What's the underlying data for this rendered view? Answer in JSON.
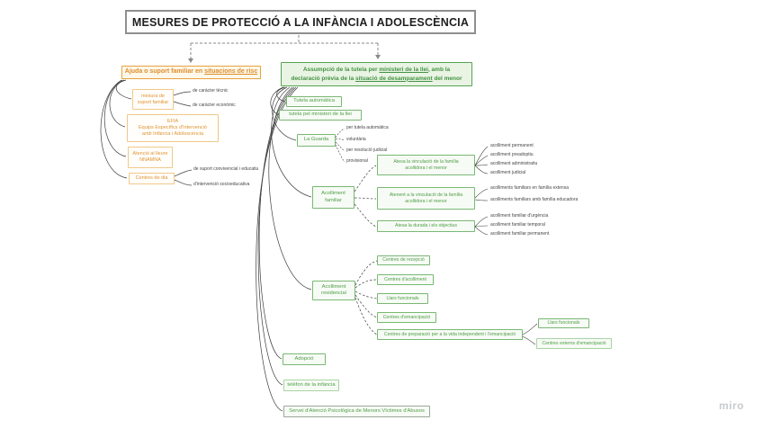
{
  "title": "MESURES DE PROTECCIÓ A LA INFÀNCIA I ADOLESCÈNCIA",
  "watermark": "miro",
  "colors": {
    "orange": "#E8A13C",
    "green": "#57A351",
    "line": "#3d3d3d"
  },
  "left": {
    "header": {
      "prefix": "Ajuda o suport familiar en ",
      "underlined": "situacions de risc"
    },
    "mesura": {
      "label": "mesura de\nsuport familiar",
      "leaves": [
        "de caràcter tècnic",
        "de caràcter econòmic"
      ]
    },
    "efia": {
      "label": "EFIA\nEquips Específics d'Intervenció\namb Infància i Adolescència"
    },
    "atencio": {
      "label": "Atenció al lleure\nNNAMNA"
    },
    "centres_dia": {
      "label": "Centres de dia",
      "leaves": [
        "de suport convivencial i educatiu",
        "d'intervenció socioeducativa"
      ]
    }
  },
  "right": {
    "header": {
      "l1_prefix": "Assumpció de la tutela per ",
      "l1_underlined": "ministeri de la llei",
      "l1_suffix": ", amb la",
      "l2_prefix": "declaració prèvia de la ",
      "l2_underlined": "situació de desamparament",
      "l2_suffix": " del menor"
    },
    "tutela_automatica": "Tutela automàtica",
    "tutela_ministeri": "tutela pel ministeri de la llei",
    "guarda": {
      "label": "La Guarda",
      "leaves": [
        "per tutela automàtica",
        "voluntària",
        "per resolució judicial",
        "provisional"
      ]
    },
    "acolliment_familiar": {
      "label": "Acolliment\nfamiliar",
      "groups": [
        {
          "label": "Atesa la vinculació de la família\nacollidora i el menor",
          "leaves": [
            "acolliment permanent",
            "acolliment preadoptiu",
            "acolliment administratiu",
            "acolliment judicial"
          ]
        },
        {
          "label": "Atenent a la vinculació de la família\nacollidora i el menor",
          "leaves": [
            "acolliments familiars en família extensa",
            "acolliments familiars amb família educadora"
          ]
        },
        {
          "label": "Atesa la durada i els objectius",
          "leaves": [
            "acolliment familiar d'urgència",
            "acolliment familiar temporal",
            "acolliment familiar permanent"
          ]
        }
      ]
    },
    "acolliment_residencial": {
      "label": "Acolliment\nresidencial",
      "centres": [
        "Centres de recepció",
        "Centres d'acolliment",
        "Llars funcionals",
        "Centres d'emancipació",
        "Centres de preparació per a la vida independent i l'emancipació"
      ],
      "preparacio_leaves": [
        "Llars funcionals",
        "Centres externs d'emancipació"
      ]
    },
    "adopcio": "Adopció",
    "telefon": "telèfon de la infància",
    "servei": "Servei d'Atenció Psicològica de Menors Víctimes d'Abusos"
  }
}
